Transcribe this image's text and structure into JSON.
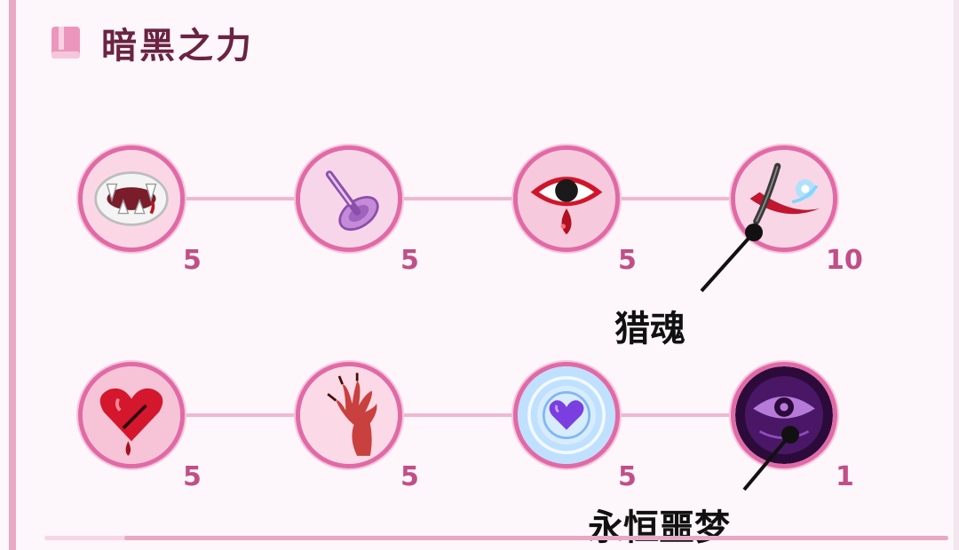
{
  "section": {
    "title": "暗黑之力",
    "icon": "book-icon"
  },
  "talents": {
    "row1": [
      {
        "icon": "fangs-icon",
        "level": "5"
      },
      {
        "icon": "purple-pin-icon",
        "level": "5"
      },
      {
        "icon": "bleeding-eye-icon",
        "level": "5"
      },
      {
        "icon": "soul-scythe-icon",
        "level": "10",
        "label": "猎魂"
      }
    ],
    "row2": [
      {
        "icon": "bleeding-heart-icon",
        "level": "5"
      },
      {
        "icon": "claw-hand-icon",
        "level": "5"
      },
      {
        "icon": "purple-heart-icon",
        "level": "5"
      },
      {
        "icon": "dark-eye-icon",
        "level": "1",
        "label": "永恒噩梦"
      }
    ]
  },
  "colors": {
    "accent": "#e06aa6",
    "level_text": "#c14f87",
    "title_text": "#6a2342",
    "background": "#fdf6fa"
  }
}
